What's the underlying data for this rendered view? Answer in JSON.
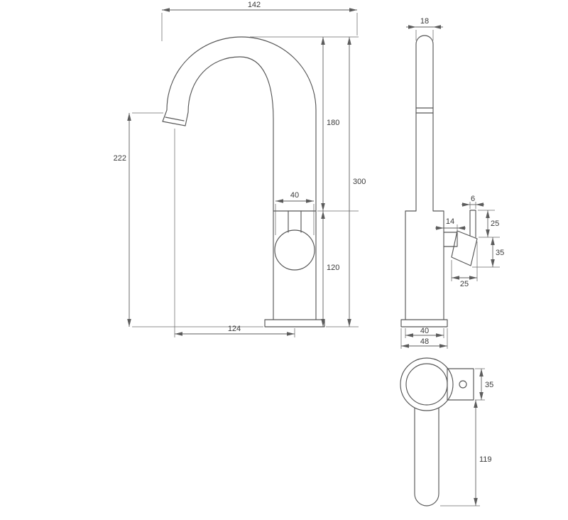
{
  "front_view": {
    "reach": "142",
    "outlet_height": "222",
    "upper_height": "180",
    "total_height": "300",
    "knob_diameter": "40",
    "body_height": "120",
    "base_reach": "124"
  },
  "side_view": {
    "spout_diameter": "18",
    "stem_length": "14",
    "pin_diameter": "6",
    "pin_length": "25",
    "handle_height": "35",
    "handle_depth": "25",
    "body_diameter": "40",
    "base_diameter": "48"
  },
  "top_view": {
    "block_size": "35",
    "lever_length": "119"
  }
}
